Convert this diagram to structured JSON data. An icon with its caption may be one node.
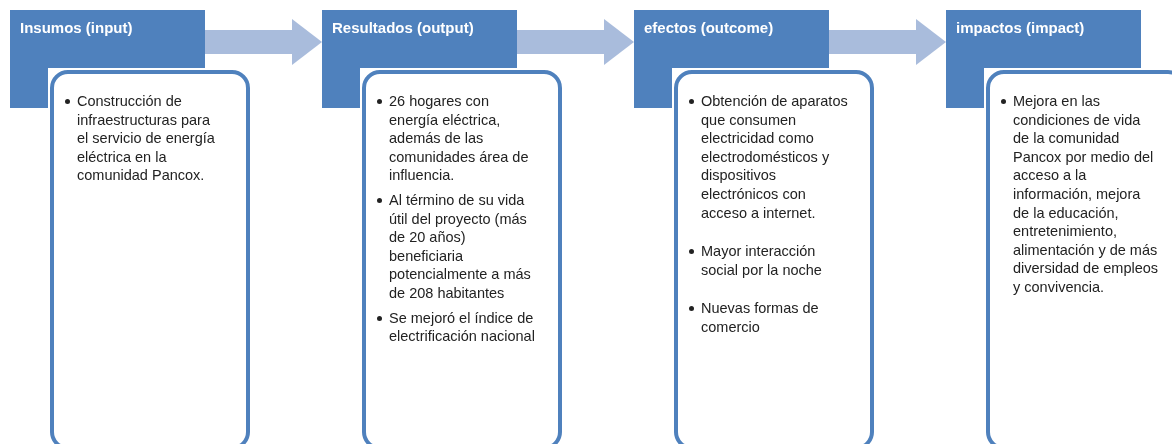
{
  "diagram": {
    "nodes": [
      {
        "text": [
          "Insumos (input)"
        ]
      },
      {
        "text": [
          "Construcción de infraestructuras para el servicio de energía eléctrica en la comunidad Pancox."
        ]
      },
      {
        "text": [
          "Resultados (output)"
        ]
      },
      {
        "text": [
          "26 hogares con energía eléctrica, además de las comunidades área de influencia.",
          "Al término de su vida útil del proyecto (más de 20 años) beneficiaria potencialmente a más de 208 habitantes",
          "Se mejoró el índice de electrificación nacional"
        ]
      },
      {
        "text": [
          "efectos (outcome)"
        ]
      },
      {
        "text": [
          "Obtención de aparatos que consumen electricidad como electrodomésticos y dispositivos electrónicos con acceso a internet.",
          "Mayor interacción social por la noche",
          "Nuevas formas de comercio"
        ]
      },
      {
        "text": [
          "impactos (impact)"
        ]
      },
      {
        "text": [
          "Mejora en las condiciones de vida de la comunidad Pancox por medio del acceso a la información, mejora de la educación, entretenimiento, alimentación y de más diversidad de empleos y convivencia."
        ]
      }
    ],
    "edges": [
      {
        "from": 0,
        "to": 2,
        "arrow": "to"
      },
      {
        "from": 2,
        "to": 4,
        "arrow": "to"
      },
      {
        "from": 4,
        "to": 6,
        "arrow": "to"
      }
    ]
  }
}
